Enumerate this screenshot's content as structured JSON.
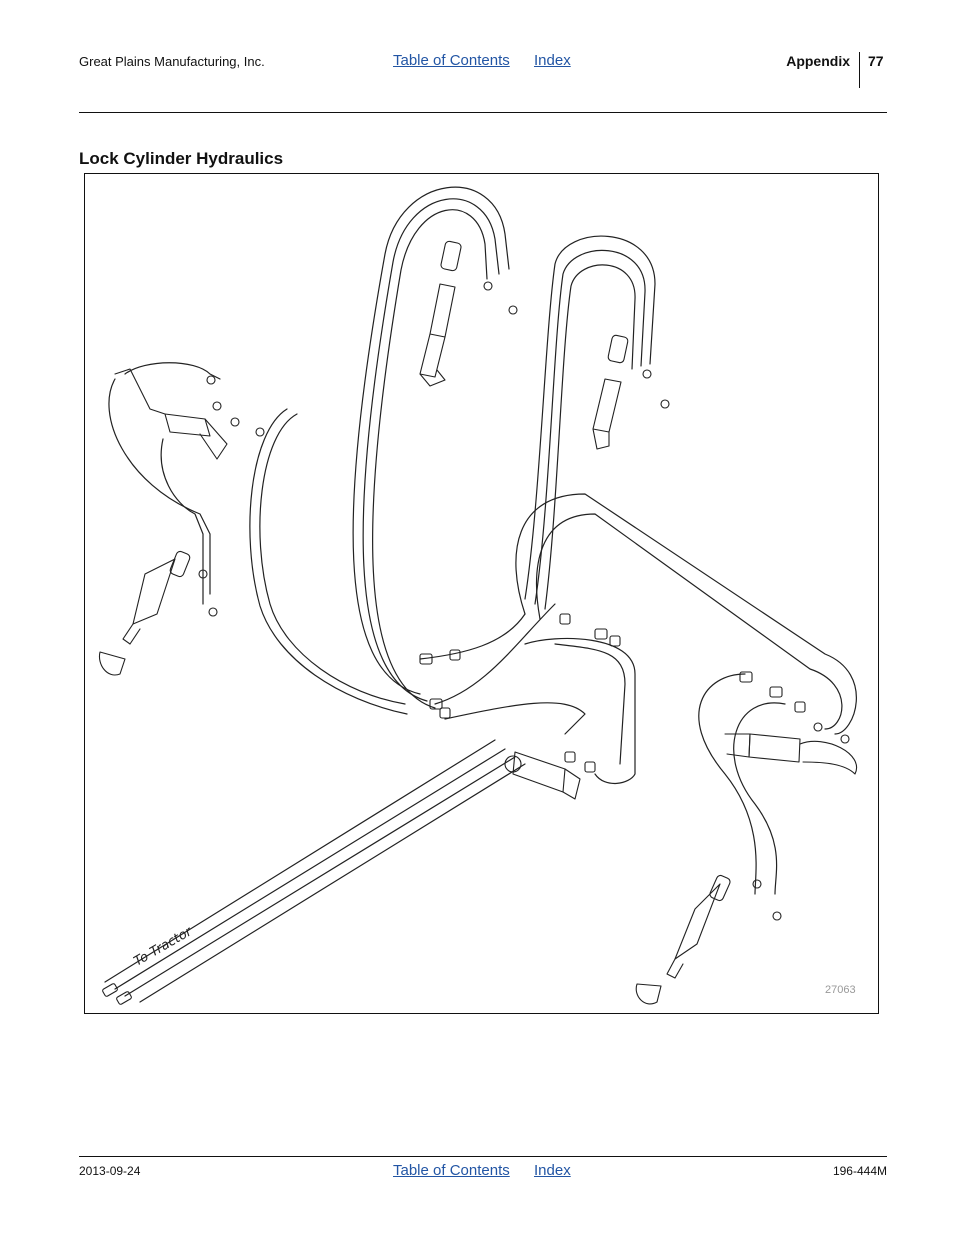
{
  "header": {
    "company": "Great Plains Manufacturing, Inc.",
    "nav_toc": "Table of Contents",
    "nav_index": "Index",
    "section": "Appendix",
    "page_number": "77"
  },
  "content": {
    "title": "Lock Cylinder Hydraulics",
    "figure": {
      "callout": "To Tractor",
      "figure_number": "27063"
    }
  },
  "footer": {
    "date": "2013-09-24",
    "nav_toc": "Table of Contents",
    "nav_index": "Index",
    "part_number": "196-444M"
  }
}
